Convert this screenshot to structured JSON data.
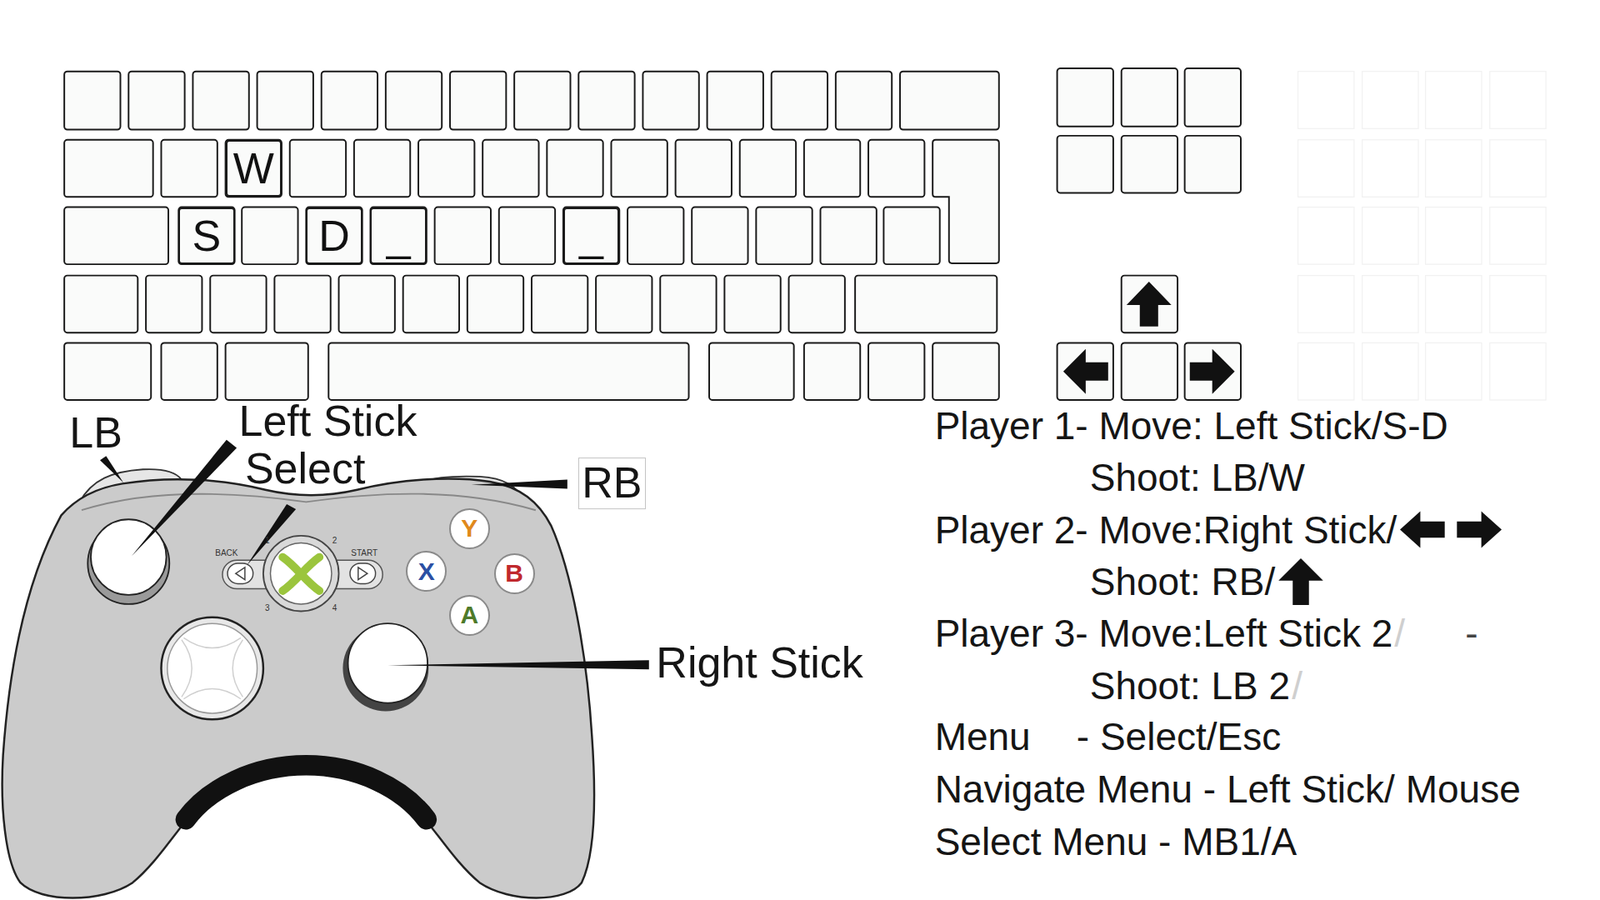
{
  "diagram": {
    "nodes": [
      {
        "text": [
          "W"
        ]
      },
      {
        "text": [
          "S"
        ]
      },
      {
        "text": [
          "D"
        ]
      },
      {
        "text": [
          "_"
        ]
      },
      {
        "text": [
          "_"
        ]
      },
      {
        "text": [
          "Y"
        ]
      },
      {
        "text": [
          "X"
        ]
      },
      {
        "text": [
          "B"
        ]
      },
      {
        "text": [
          "A"
        ]
      }
    ],
    "labels": [
      "LB",
      "Left Stick",
      "Select",
      "RB",
      "Right Stick",
      "BACK",
      "START",
      "1",
      "2",
      "3",
      "4",
      "Player 1- Move: Left Stick/S-D",
      "Shoot: LB/W",
      "Player 2- Move:Right Stick/",
      "Shoot: RB/",
      "Player 3- Move:Left Stick 2",
      "/",
      "-",
      "Shoot: LB 2",
      "/",
      "Menu",
      "- Select/Esc",
      "Navigate Menu - Left Stick/ Mouse",
      "Select Menu - MB1/A"
    ]
  }
}
